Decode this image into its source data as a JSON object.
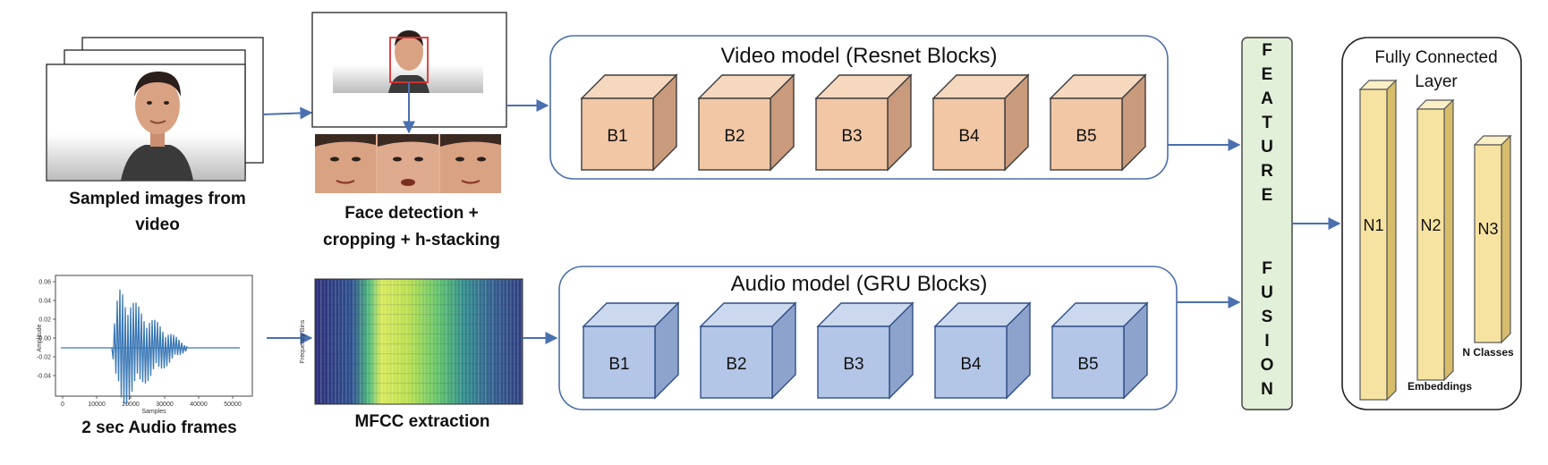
{
  "inputs": {
    "video_caption": [
      "Sampled images from",
      "video"
    ],
    "face_caption": [
      "Face detection +",
      "cropping + h-stacking"
    ],
    "audio_caption": "2 sec Audio frames",
    "mfcc_caption": "MFCC extraction",
    "waveform_y_ticks": [
      "0.06",
      "0.04",
      "0.02",
      "0.00",
      "-0.02",
      "-0.04"
    ],
    "waveform_x_ticks": [
      "0",
      "10000",
      "20000",
      "30000",
      "40000",
      "50000"
    ],
    "waveform_ylabel": "Amplitude",
    "waveform_xlabel": "Samples",
    "mfcc_ylabel": "Frequency Bins"
  },
  "video_model": {
    "title": "Video model (Resnet Blocks)",
    "blocks": [
      "B1",
      "B2",
      "B3",
      "B4",
      "B5"
    ]
  },
  "audio_model": {
    "title": "Audio model (GRU Blocks)",
    "blocks": [
      "B1",
      "B2",
      "B3",
      "B4",
      "B5"
    ]
  },
  "fusion": {
    "letters_top": [
      "F",
      "E",
      "A",
      "T",
      "U",
      "R",
      "E"
    ],
    "letters_bottom": [
      "F",
      "U",
      "S",
      "I",
      "O",
      "N"
    ]
  },
  "fc": {
    "title": [
      "Fully Connected",
      "Layer"
    ],
    "nodes": [
      "N1",
      "N2",
      "N3"
    ],
    "embeddings_label": "Embeddings",
    "classes_label": "N Classes"
  },
  "colors": {
    "video_block": "#f2c7a5",
    "audio_block": "#b4c6e7",
    "fusion_fill": "#e2efd9",
    "fc_bar": "#f7e3a1",
    "arrow": "#4a70b0"
  }
}
